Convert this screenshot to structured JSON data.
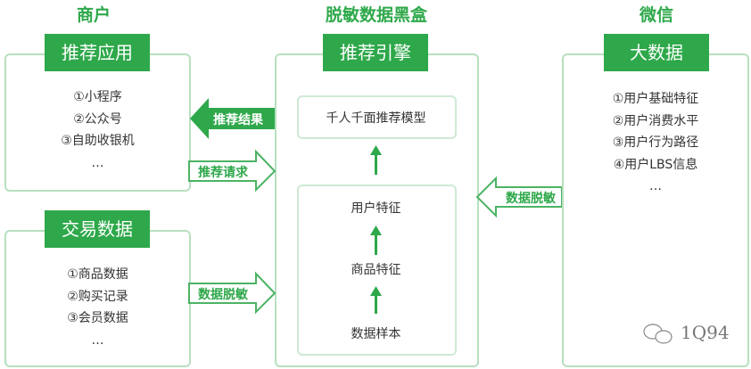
{
  "headers": {
    "merchant": "商户",
    "blackbox": "脱敏数据黑盒",
    "wechat": "微信"
  },
  "merchant_apps": {
    "title": "推荐应用",
    "items": [
      "①小程序",
      "②公众号",
      "③自助收银机",
      "…"
    ]
  },
  "merchant_trade": {
    "title": "交易数据",
    "items": [
      "①商品数据",
      "②购买记录",
      "③会员数据",
      "…"
    ]
  },
  "engine": {
    "title": "推荐引擎",
    "model": "千人千面推荐模型",
    "features": [
      "用户特征",
      "商品特征",
      "数据样本"
    ]
  },
  "bigdata": {
    "title": "大数据",
    "items": [
      "①用户基础特征",
      "②用户消费水平",
      "③用户行为路径",
      "④用户LBS信息",
      "…"
    ]
  },
  "arrows": {
    "result": "推荐结果",
    "request": "推荐请求",
    "desensitize_left": "数据脱敏",
    "desensitize_right": "数据脱敏"
  },
  "watermark": "1Q94",
  "colors": {
    "green": "#2ea84a",
    "light_border": "#b7e0bf"
  }
}
